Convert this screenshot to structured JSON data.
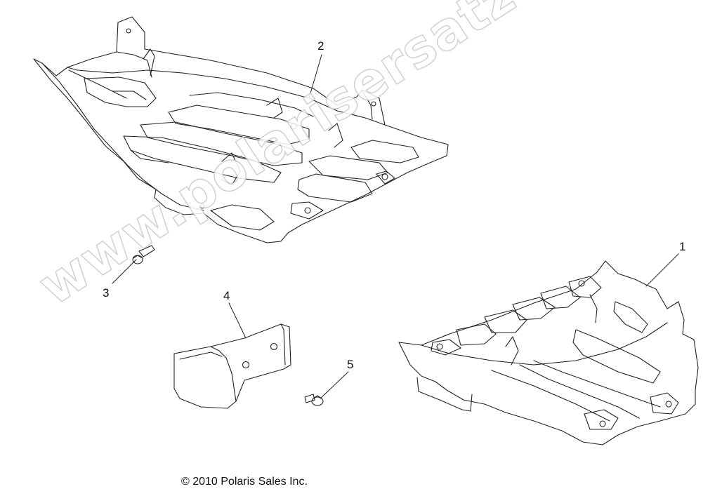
{
  "callouts": {
    "part1": "1",
    "part2": "2",
    "part3": "3",
    "part4": "4",
    "part5": "5"
  },
  "footer": {
    "copyright": "© 2010 Polaris Sales Inc."
  },
  "watermark": {
    "text": "www.polarisersatzteile.de"
  }
}
